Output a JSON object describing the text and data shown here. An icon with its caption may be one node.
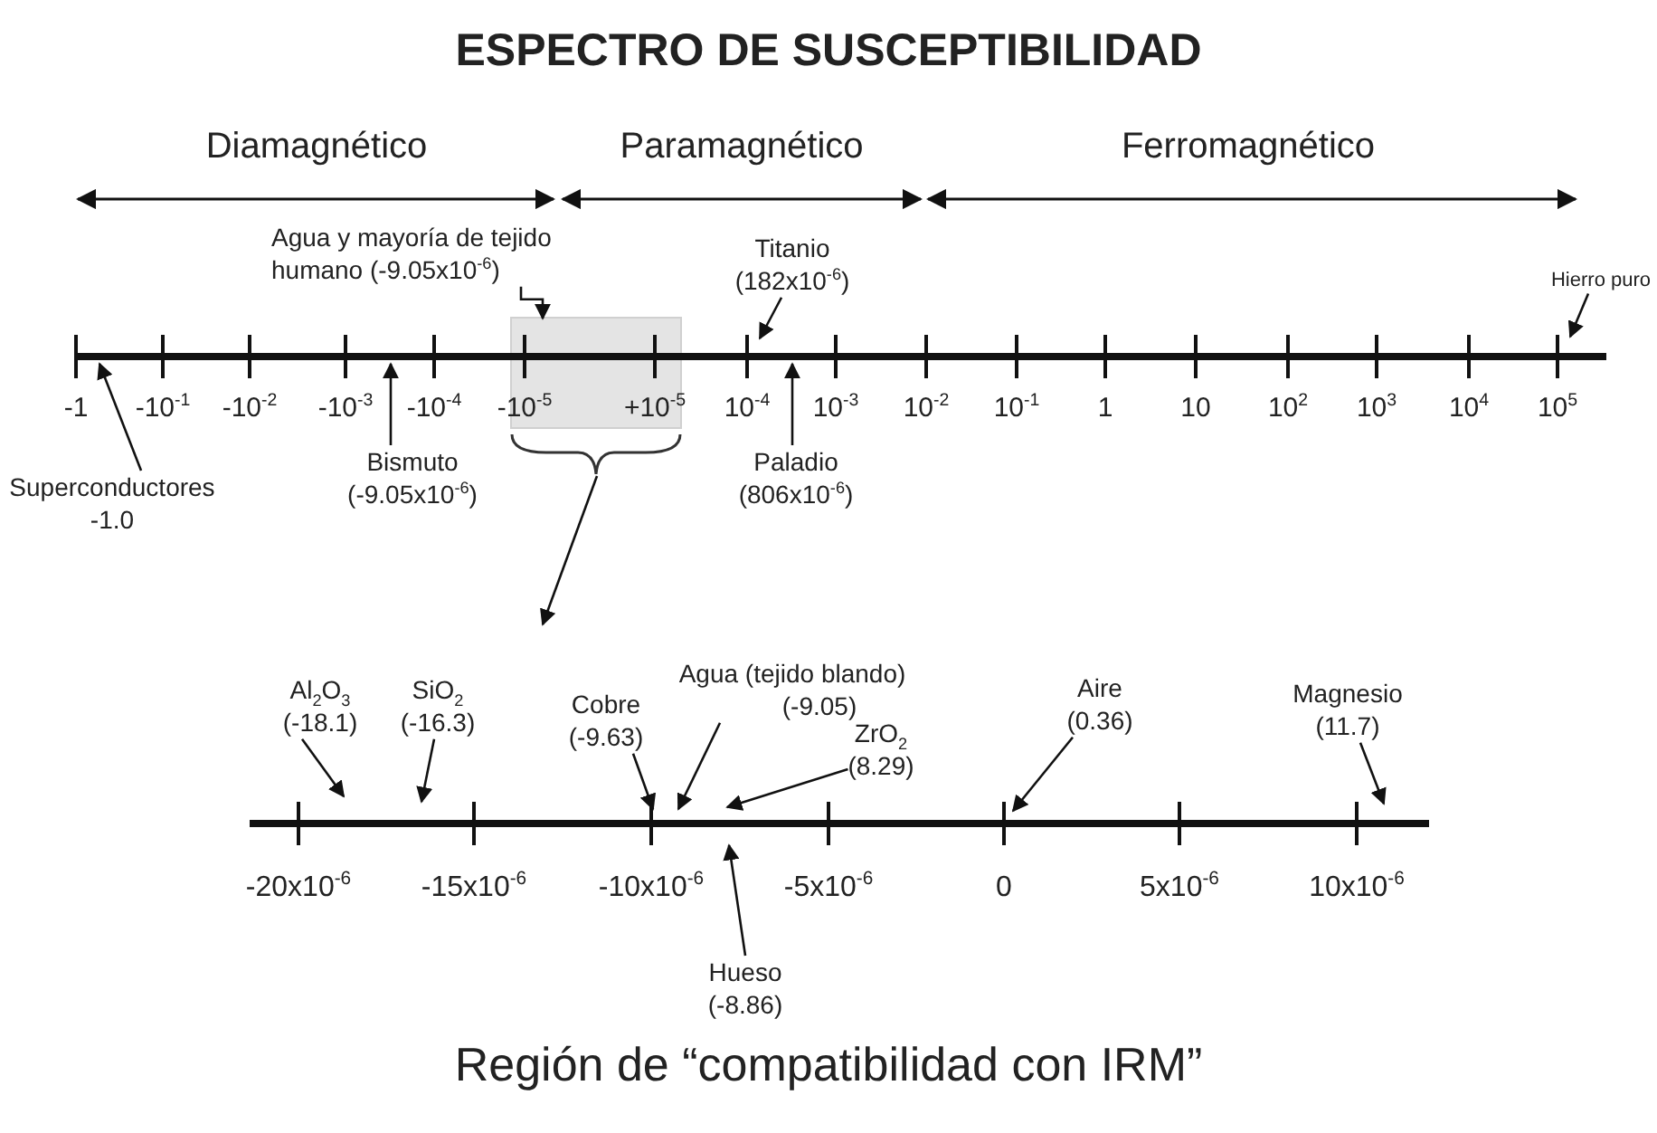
{
  "diagram": {
    "title": "ESPECTRO DE SUSCEPTIBILIDAD",
    "caption": "Región de “compatibilidad con IRM”",
    "nodes": [
      {
        "text": [
          "Agua y mayoría de tejido humano (-9.05x10$^{-6}$)"
        ]
      },
      {
        "text": [
          "Titanio",
          "(182x10$^{-6}$)"
        ]
      },
      {
        "text": [
          "Hierro puro"
        ]
      },
      {
        "text": [
          "Superconductores",
          "-1.0"
        ]
      },
      {
        "text": [
          "Bismuto",
          "(-9.05x10$^{-6}$)"
        ]
      },
      {
        "text": [
          "Paladio",
          "(806x10$^{-6}$)"
        ]
      },
      {
        "text": [],
        "shape": "box"
      },
      {
        "text": [
          "Al$_{2}$O$_{3}$",
          "(-18.1)"
        ]
      },
      {
        "text": [
          "SiO$_{2}$",
          "(-16.3)"
        ]
      },
      {
        "text": [
          "Cobre",
          "(-9.63)"
        ]
      },
      {
        "text": [
          "Agua (tejido blando)",
          "(-9.05)"
        ]
      },
      {
        "text": [
          "ZrO$_{2}$",
          "(8.29)"
        ]
      },
      {
        "text": [
          "Aire",
          "(0.36)"
        ]
      },
      {
        "text": [
          "Magnesio",
          "(11.7)"
        ]
      },
      {
        "text": [
          "Hueso",
          "(-8.86)"
        ]
      }
    ],
    "edges": [
      {
        "from": 0,
        "to": 6,
        "arrow": "to"
      },
      {
        "from": 1,
        "to": null,
        "arrow": "to"
      },
      {
        "from": 2,
        "to": null,
        "arrow": "to"
      },
      {
        "from": 3,
        "to": null,
        "arrow": "to"
      },
      {
        "from": 4,
        "to": null,
        "arrow": "to"
      },
      {
        "from": 5,
        "to": null,
        "arrow": "to"
      },
      {
        "from": 6,
        "to": null,
        "arrow": "to"
      },
      {
        "from": 7,
        "to": null,
        "arrow": "to"
      },
      {
        "from": 8,
        "to": null,
        "arrow": "to"
      },
      {
        "from": 9,
        "to": null,
        "arrow": "to"
      },
      {
        "from": 10,
        "to": null,
        "arrow": "to"
      },
      {
        "from": 11,
        "to": null,
        "arrow": "to"
      },
      {
        "from": 12,
        "to": null,
        "arrow": "to"
      },
      {
        "from": 13,
        "to": null,
        "arrow": "to"
      },
      {
        "from": 14,
        "to": null,
        "arrow": "to"
      }
    ],
    "labels": [
      "Diamagnético",
      "Paramagnético",
      "Ferromagnético",
      "-1",
      "-10$^{-1}$",
      "-10$^{-2}$",
      "-10$^{-3}$",
      "-10$^{-4}$",
      "-10$^{-5}$",
      "+10$^{-5}$",
      "10$^{-4}$",
      "10$^{-3}$",
      "10$^{-2}$",
      "10$^{-1}$",
      "1",
      "10",
      "10$^{2}$",
      "10$^{3}$",
      "10$^{4}$",
      "10$^{5}$",
      "-20x10$^{-6}$",
      "-15x10$^{-6}$",
      "-10x10$^{-6}$",
      "-5x10$^{-6}$",
      "0",
      "5x10$^{-6}$",
      "10x10$^{-6}$"
    ]
  }
}
